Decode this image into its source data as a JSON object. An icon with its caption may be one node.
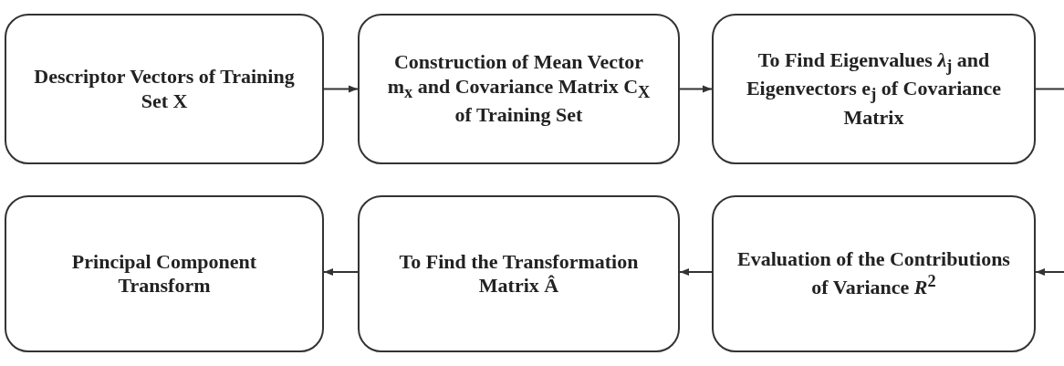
{
  "diagram": {
    "nodes": [
      {
        "text": [
          "Descriptor Vectors of Training Set X"
        ]
      },
      {
        "text": [
          "Construction of Mean Vector m$_{x}$ and Covariance Matrix C$_{X}$ of Training Set"
        ]
      },
      {
        "text": [
          "To Find Eigenvalues *λ*$_{j}$ and Eigenvectors e$_{j}$ of Covariance Matrix"
        ]
      },
      {
        "text": [
          "Principal Component Transform"
        ]
      },
      {
        "text": [
          "To Find the Transformation Matrix Â"
        ]
      },
      {
        "text": [
          "Evaluation of the Contributions of Variance *R*$^{2}$"
        ]
      }
    ],
    "edges": [
      {
        "from": 0,
        "to": 1,
        "arrow": "to"
      },
      {
        "from": 1,
        "to": 2,
        "arrow": "to"
      },
      {
        "from": 2,
        "to": null,
        "arrow": "none"
      },
      {
        "from": null,
        "to": 5,
        "arrow": "to"
      },
      {
        "from": 5,
        "to": 4,
        "arrow": "to"
      },
      {
        "from": 4,
        "to": 3,
        "arrow": "to"
      }
    ]
  }
}
